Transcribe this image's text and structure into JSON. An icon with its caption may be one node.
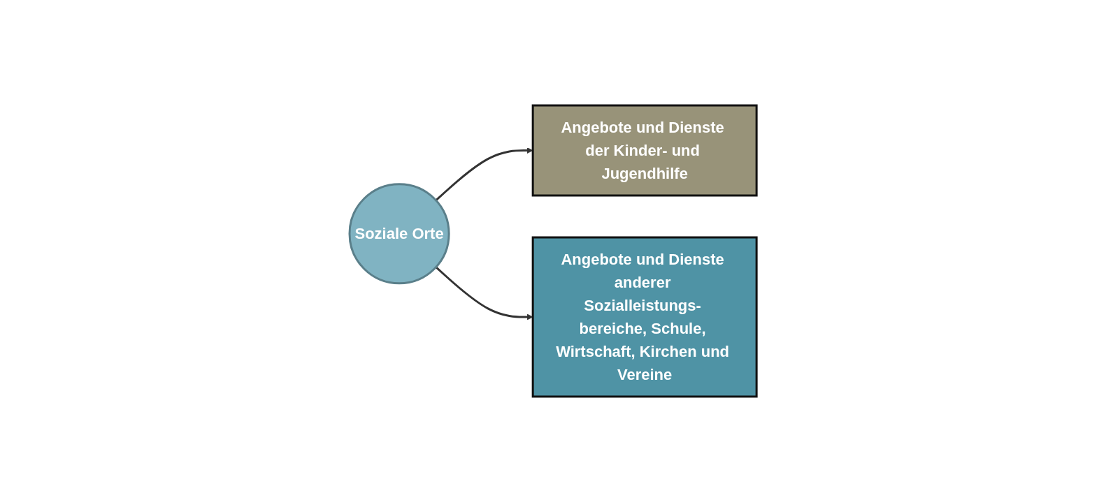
{
  "diagram": {
    "nodes": [
      {
        "text": [
          "Angebote und Dienste der Kinder- und Jugendhilfe"
        ]
      },
      {
        "text": [
          "Soziale Orte"
        ]
      },
      {
        "text": [
          "Angebote und Dienste anderer Sozialleistungs- bereiche, Schule, Wirtschaft, Kirchen und Vereine"
        ]
      }
    ],
    "edges": [
      {
        "from": 1,
        "to": 0,
        "arrow": "to"
      },
      {
        "from": 1,
        "to": 2,
        "arrow": "to"
      }
    ]
  }
}
